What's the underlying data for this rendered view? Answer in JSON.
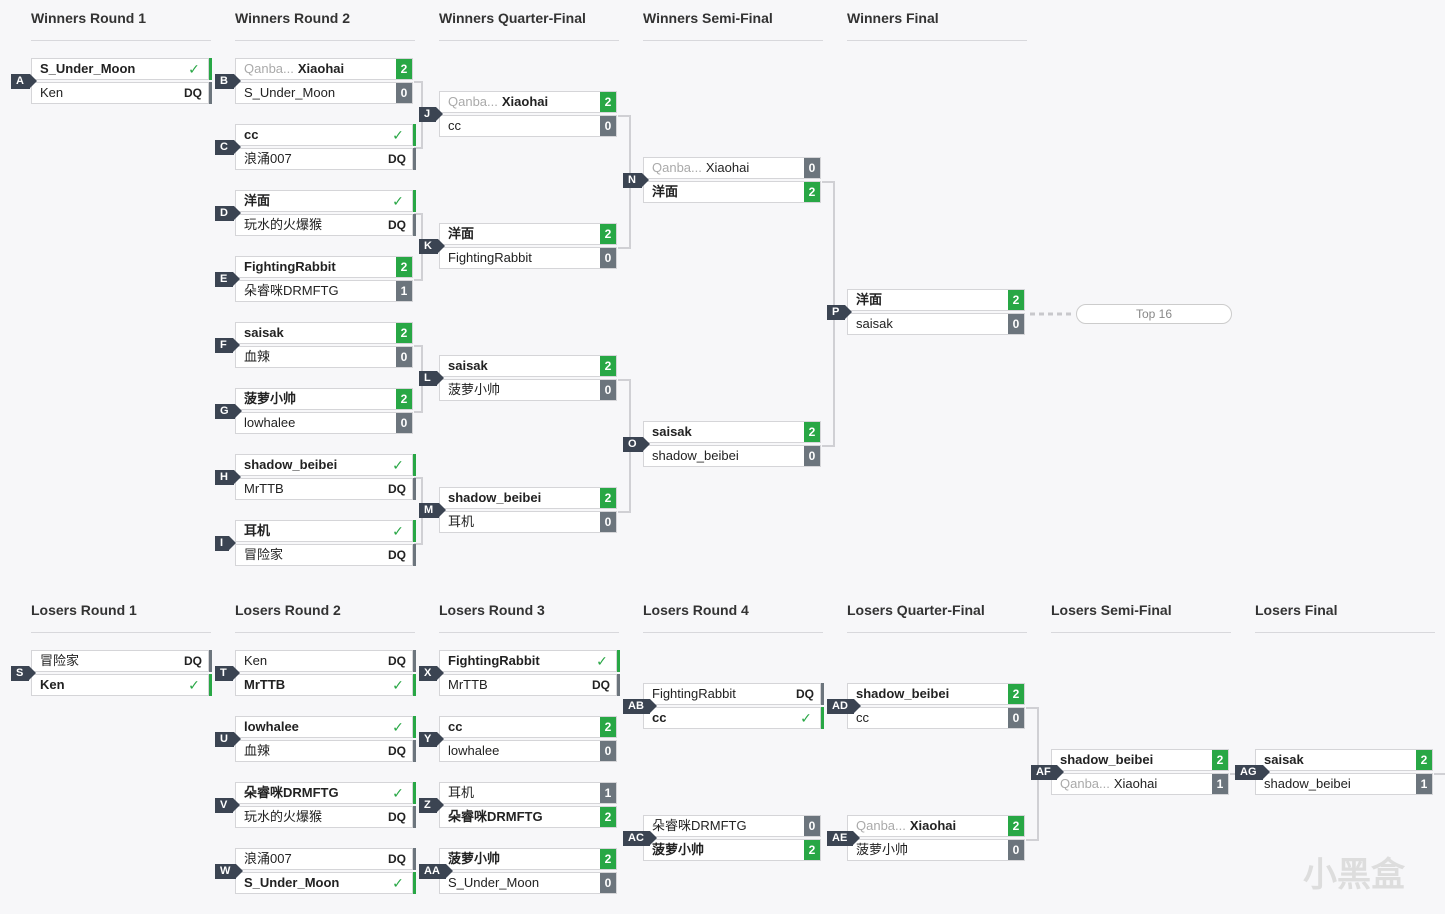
{
  "winners_rounds": [
    "Winners Round 1",
    "Winners Round 2",
    "Winners Quarter-Final",
    "Winners Semi-Final",
    "Winners Final"
  ],
  "losers_rounds": [
    "Losers Round 1",
    "Losers Round 2",
    "Losers Round 3",
    "Losers Round 4",
    "Losers Quarter-Final",
    "Losers Semi-Final",
    "Losers Final"
  ],
  "top16_label": "Top 16",
  "watermark": "小黑盒",
  "matches": {
    "A": {
      "label": "A",
      "p1": "S_Under_Moon",
      "s1": "✓",
      "p2": "Ken",
      "s2": "DQ"
    },
    "B": {
      "label": "B",
      "p1_prefix": "Qanba...",
      "p1": "Xiaohai",
      "s1": "2",
      "p2": "S_Under_Moon",
      "s2": "0"
    },
    "C": {
      "label": "C",
      "p1": "cc",
      "s1": "✓",
      "p2": "浪涌007",
      "s2": "DQ"
    },
    "D": {
      "label": "D",
      "p1": "洋面",
      "s1": "✓",
      "p2": "玩水的火爆猴",
      "s2": "DQ"
    },
    "E": {
      "label": "E",
      "p1": "FightingRabbit",
      "s1": "2",
      "p2": "朵睿咪DRMFTG",
      "s2": "1"
    },
    "F": {
      "label": "F",
      "p1": "saisak",
      "s1": "2",
      "p2": "血辣",
      "s2": "0"
    },
    "G": {
      "label": "G",
      "p1": "菠萝小帅",
      "s1": "2",
      "p2": "lowhalee",
      "s2": "0"
    },
    "H": {
      "label": "H",
      "p1": "shadow_beibei",
      "s1": "✓",
      "p2": "MrTTB",
      "s2": "DQ"
    },
    "I": {
      "label": "I",
      "p1": "耳机",
      "s1": "✓",
      "p2": "冒险家",
      "s2": "DQ"
    },
    "J": {
      "label": "J",
      "p1_prefix": "Qanba...",
      "p1": "Xiaohai",
      "s1": "2",
      "p2": "cc",
      "s2": "0"
    },
    "K": {
      "label": "K",
      "p1": "洋面",
      "s1": "2",
      "p2": "FightingRabbit",
      "s2": "0"
    },
    "L": {
      "label": "L",
      "p1": "saisak",
      "s1": "2",
      "p2": "菠萝小帅",
      "s2": "0"
    },
    "M": {
      "label": "M",
      "p1": "shadow_beibei",
      "s1": "2",
      "p2": "耳机",
      "s2": "0"
    },
    "N": {
      "label": "N",
      "p1_prefix": "Qanba...",
      "p1": "Xiaohai",
      "s1": "0",
      "p2": "洋面",
      "s2": "2"
    },
    "O": {
      "label": "O",
      "p1": "saisak",
      "s1": "2",
      "p2": "shadow_beibei",
      "s2": "0"
    },
    "P": {
      "label": "P",
      "p1": "洋面",
      "s1": "2",
      "p2": "saisak",
      "s2": "0"
    },
    "S": {
      "label": "S",
      "p1": "冒险家",
      "s1": "DQ",
      "p2": "Ken",
      "s2": "✓"
    },
    "T": {
      "label": "T",
      "p1": "Ken",
      "s1": "DQ",
      "p2": "MrTTB",
      "s2": "✓"
    },
    "U": {
      "label": "U",
      "p1": "lowhalee",
      "s1": "✓",
      "p2": "血辣",
      "s2": "DQ"
    },
    "V": {
      "label": "V",
      "p1": "朵睿咪DRMFTG",
      "s1": "✓",
      "p2": "玩水的火爆猴",
      "s2": "DQ"
    },
    "W": {
      "label": "W",
      "p1": "浪涌007",
      "s1": "DQ",
      "p2": "S_Under_Moon",
      "s2": "✓"
    },
    "X": {
      "label": "X",
      "p1": "FightingRabbit",
      "s1": "✓",
      "p2": "MrTTB",
      "s2": "DQ"
    },
    "Y": {
      "label": "Y",
      "p1": "cc",
      "s1": "2",
      "p2": "lowhalee",
      "s2": "0"
    },
    "Z": {
      "label": "Z",
      "p1": "耳机",
      "s1": "1",
      "p2": "朵睿咪DRMFTG",
      "s2": "2"
    },
    "AA": {
      "label": "AA",
      "p1": "菠萝小帅",
      "s1": "2",
      "p2": "S_Under_Moon",
      "s2": "0"
    },
    "AB": {
      "label": "AB",
      "p1": "FightingRabbit",
      "s1": "DQ",
      "p2": "cc",
      "s2": "✓"
    },
    "AC": {
      "label": "AC",
      "p1": "朵睿咪DRMFTG",
      "s1": "0",
      "p2": "菠萝小帅",
      "s2": "2"
    },
    "AD": {
      "label": "AD",
      "p1": "shadow_beibei",
      "s1": "2",
      "p2": "cc",
      "s2": "0"
    },
    "AE": {
      "label": "AE",
      "p1_prefix": "Qanba...",
      "p1": "Xiaohai",
      "s1": "2",
      "p2": "菠萝小帅",
      "s2": "0"
    },
    "AF": {
      "label": "AF",
      "p1": "shadow_beibei",
      "s1": "2",
      "p2_prefix": "Qanba...",
      "p2": "Xiaohai",
      "s2": "1"
    },
    "AG": {
      "label": "AG",
      "p1": "saisak",
      "s1": "2",
      "p2": "shadow_beibei",
      "s2": "1"
    }
  }
}
